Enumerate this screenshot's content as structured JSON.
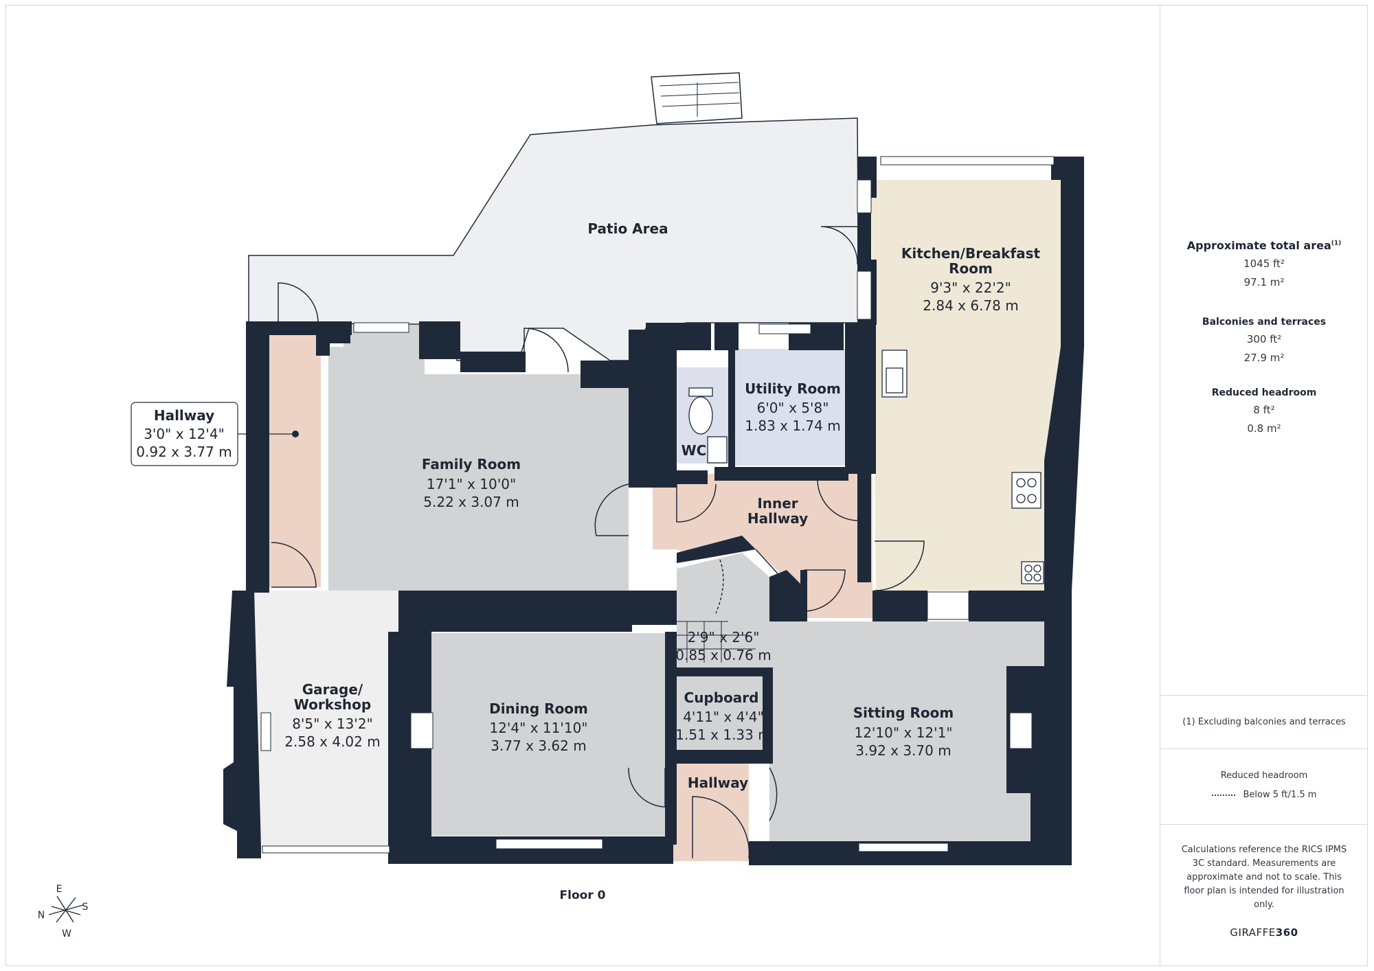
{
  "floor_label": "Floor 0",
  "rooms": {
    "patio": {
      "name": "Patio Area"
    },
    "kitchen": {
      "name_line1": "Kitchen/Breakfast",
      "name_line2": "Room",
      "dim_imperial": "9'3\" x 22'2\"",
      "dim_metric": "2.84 x 6.78 m"
    },
    "hallway_left": {
      "name": "Hallway",
      "dim_imperial": "3'0\" x 12'4\"",
      "dim_metric": "0.92 x 3.77 m"
    },
    "family_room": {
      "name": "Family Room",
      "dim_imperial": "17'1\" x 10'0\"",
      "dim_metric": "5.22 x 3.07 m"
    },
    "utility_room": {
      "name": "Utility Room",
      "dim_imperial": "6'0\" x 5'8\"",
      "dim_metric": "1.83 x 1.74 m"
    },
    "wc": {
      "name": "WC"
    },
    "inner_hallway": {
      "name_line1": "Inner",
      "name_line2": "Hallway"
    },
    "stairs": {
      "dim_imperial": "2'9\" x 2'6\"",
      "dim_metric": "0.85 x 0.76 m"
    },
    "garage": {
      "name_line1": "Garage/",
      "name_line2": "Workshop",
      "dim_imperial": "8'5\" x 13'2\"",
      "dim_metric": "2.58 x 4.02 m"
    },
    "dining_room": {
      "name": "Dining Room",
      "dim_imperial": "12'4\" x 11'10\"",
      "dim_metric": "3.77 x 3.62 m"
    },
    "cupboard": {
      "name": "Cupboard",
      "dim_imperial": "4'11\" x 4'4\"",
      "dim_metric": "1.51 x 1.33 m"
    },
    "sitting_room": {
      "name": "Sitting Room",
      "dim_imperial": "12'10\" x 12'1\"",
      "dim_metric": "3.92 x 3.70 m"
    },
    "hallway_front": {
      "name": "Hallway"
    }
  },
  "compass": {
    "north": "N",
    "east": "E",
    "south": "S",
    "west": "W"
  },
  "colors": {
    "wall": "#1e2a3a",
    "patio": "#eeeff1",
    "kitchen": "#efe8d6",
    "hallway": "#edd3c6",
    "room_grey": "#d2d3d5",
    "utility": "#dce0ec",
    "garage": "#efefef"
  },
  "sidebar": {
    "total_area_title": "Approximate total area",
    "total_area_note_ref": "(1)",
    "total_area_ft": "1045 ft²",
    "total_area_m": "97.1 m²",
    "balconies_title": "Balconies and terraces",
    "balconies_ft": "300 ft²",
    "balconies_m": "27.9 m²",
    "headroom_title": "Reduced headroom",
    "headroom_ft": "8 ft²",
    "headroom_m": "0.8 m²",
    "footnote": "(1) Excluding balconies and terraces",
    "legend_title": "Reduced headroom",
    "legend_item": "Below 5 ft/1.5 m",
    "disclaimer": "Calculations reference the RICS IPMS 3C standard. Measurements are approximate and not to scale. This floor plan is intended for illustration only.",
    "brand_prefix": "GIRAFFE",
    "brand_suffix": "360"
  }
}
